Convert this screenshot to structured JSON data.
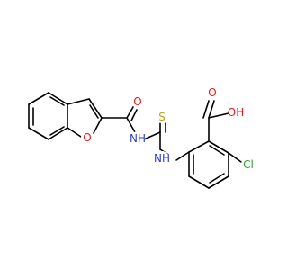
{
  "molecule": {
    "atoms": {
      "o_carbonyl": {
        "label": "O",
        "color": "#e8191a"
      },
      "o_furan": {
        "label": "O",
        "color": "#e8191a"
      },
      "nh_amide": {
        "label": "NH",
        "color": "#2f3fd0"
      },
      "s_thio": {
        "label": "S",
        "color": "#b8a21a"
      },
      "nh_aniline": {
        "label": "NH",
        "color": "#2f3fd0"
      },
      "o_acid_carbonyl": {
        "label": "O",
        "color": "#e8191a"
      },
      "oh_acid": {
        "label": "OH",
        "color": "#e8191a"
      },
      "cl": {
        "label": "Cl",
        "color": "#2fa52f"
      }
    },
    "bond_color": "#000000"
  }
}
